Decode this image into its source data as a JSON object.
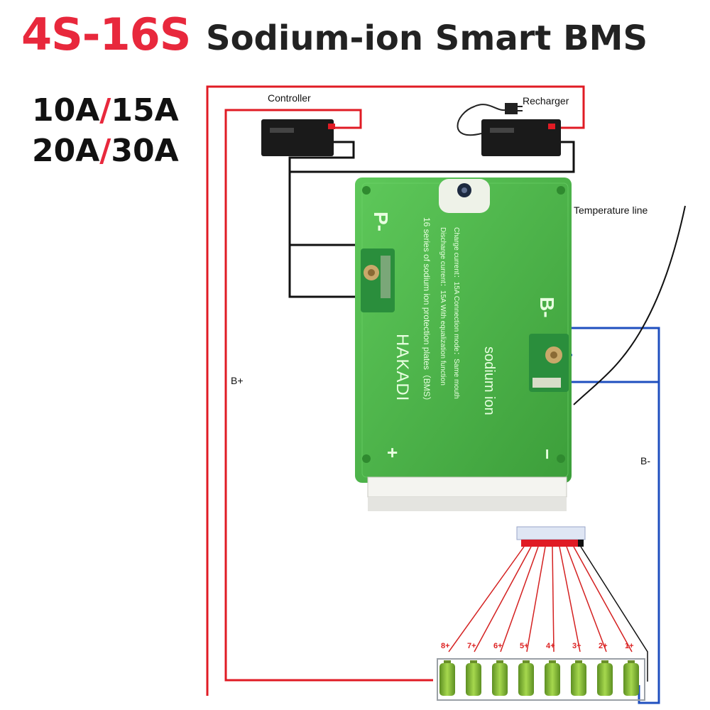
{
  "header": {
    "title_series": "4S-16S",
    "title_product": "Sodium-ion Smart BMS"
  },
  "ratings": {
    "row1": {
      "a": "10A",
      "sep": "/",
      "b": "15A"
    },
    "row2": {
      "a": "20A",
      "sep": "/",
      "b": "30A"
    }
  },
  "labels": {
    "controller": "Controller",
    "recharger": "Recharger",
    "temperature_line": "Temperature line",
    "b_plus": "B+",
    "b_minus": "B-"
  },
  "board": {
    "p_minus": "P-",
    "b_minus": "B-",
    "plus": "+",
    "minus": "−",
    "brand": "HAKADI",
    "line1": "16 series of sodium ion protection plates（BMS）",
    "line2": "Discharge current：15A   With equalization function",
    "line3": "Charge current：15A     Connection mode：Same mouth",
    "chem": "sodium ion"
  },
  "cells": [
    "8+",
    "7+",
    "6+",
    "5+",
    "4+",
    "3+",
    "2+",
    "1+"
  ],
  "colors": {
    "accent_red": "#e8283c",
    "wire_red": "#e01b24",
    "wire_black": "#111111",
    "wire_blue": "#1f4fbf",
    "board_green": "#4cb84a",
    "cell_green": "#8cc63f"
  }
}
